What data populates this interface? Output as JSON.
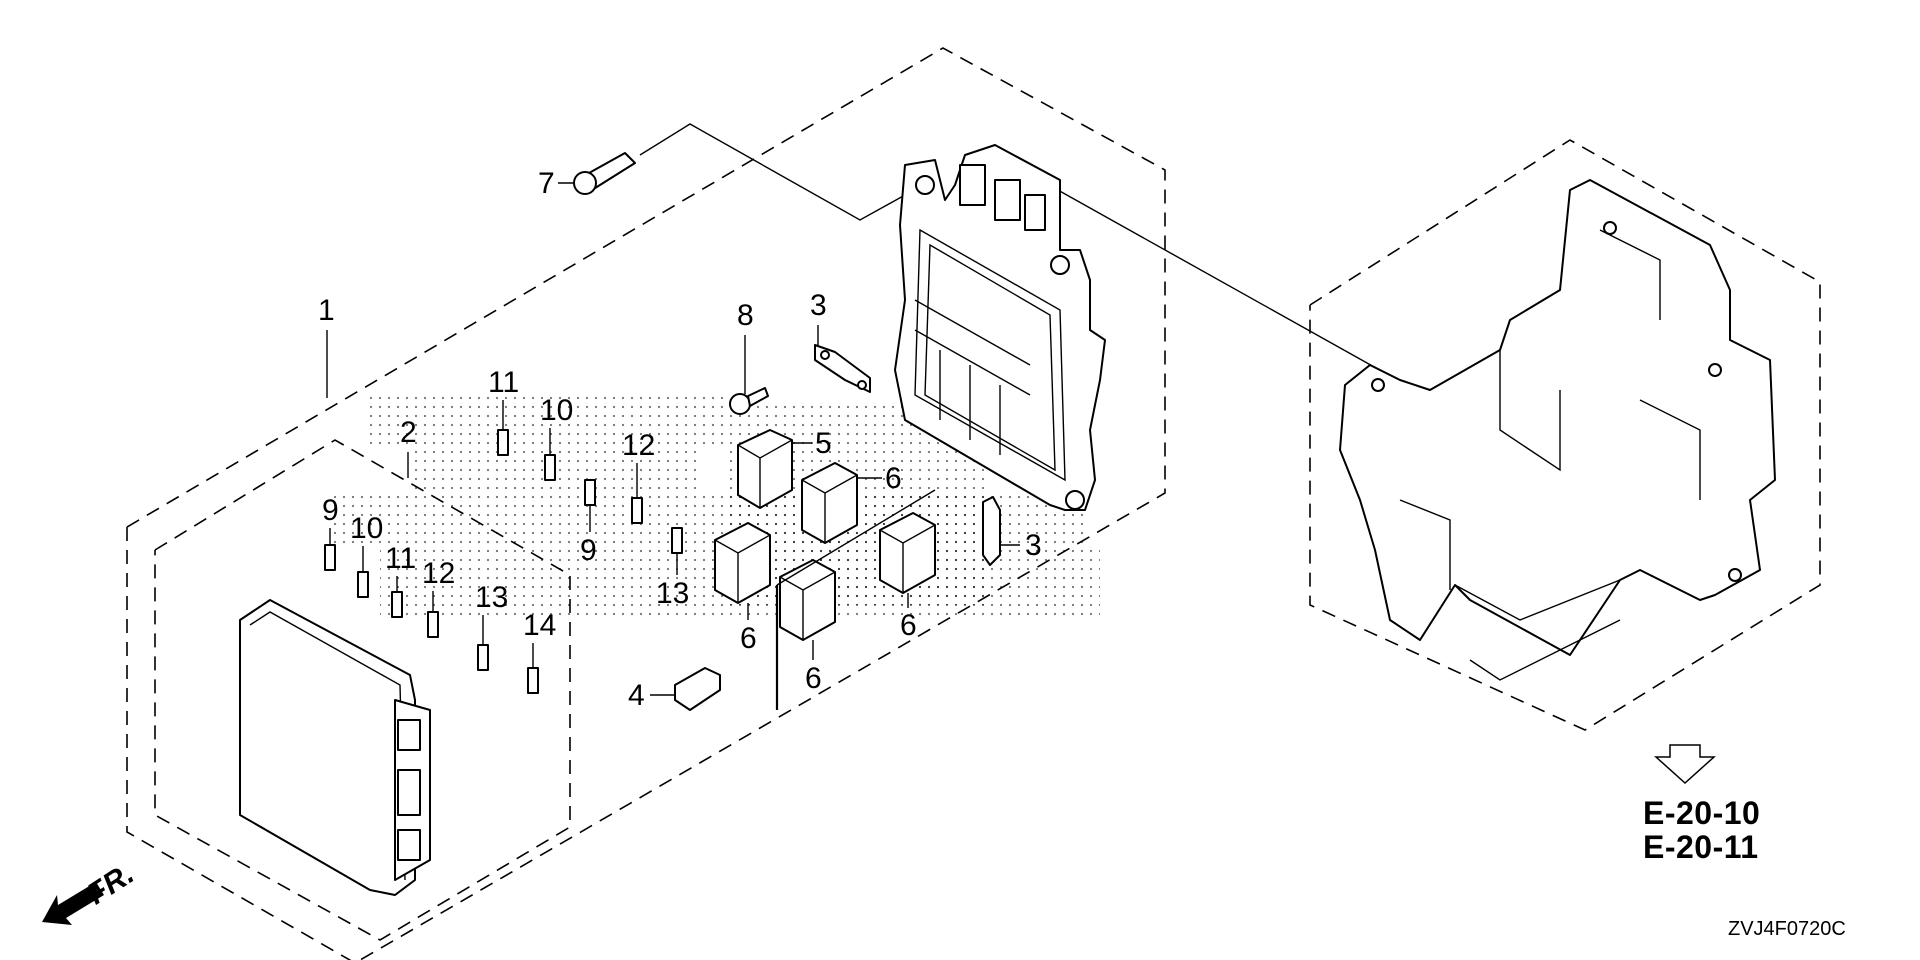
{
  "diagram": {
    "title": "Fuse / Relay Box Assembly Exploded View",
    "callouts": [
      {
        "id": "c1",
        "label": "1"
      },
      {
        "id": "c2",
        "label": "2"
      },
      {
        "id": "c3a",
        "label": "3"
      },
      {
        "id": "c3b",
        "label": "3"
      },
      {
        "id": "c4",
        "label": "4"
      },
      {
        "id": "c5",
        "label": "5"
      },
      {
        "id": "c6a",
        "label": "6"
      },
      {
        "id": "c6b",
        "label": "6"
      },
      {
        "id": "c6c",
        "label": "6"
      },
      {
        "id": "c6d",
        "label": "6"
      },
      {
        "id": "c7",
        "label": "7"
      },
      {
        "id": "c8",
        "label": "8"
      },
      {
        "id": "c9a",
        "label": "9"
      },
      {
        "id": "c9b",
        "label": "9"
      },
      {
        "id": "c10a",
        "label": "10"
      },
      {
        "id": "c10b",
        "label": "10"
      },
      {
        "id": "c11a",
        "label": "11"
      },
      {
        "id": "c11b",
        "label": "11"
      },
      {
        "id": "c12a",
        "label": "12"
      },
      {
        "id": "c12b",
        "label": "12"
      },
      {
        "id": "c13a",
        "label": "13"
      },
      {
        "id": "c13b",
        "label": "13"
      },
      {
        "id": "c14",
        "label": "14"
      }
    ],
    "references": [
      "E-20-10",
      "E-20-11"
    ],
    "front_indicator": "FR.",
    "drawing_code": "ZVJ4F0720C"
  }
}
